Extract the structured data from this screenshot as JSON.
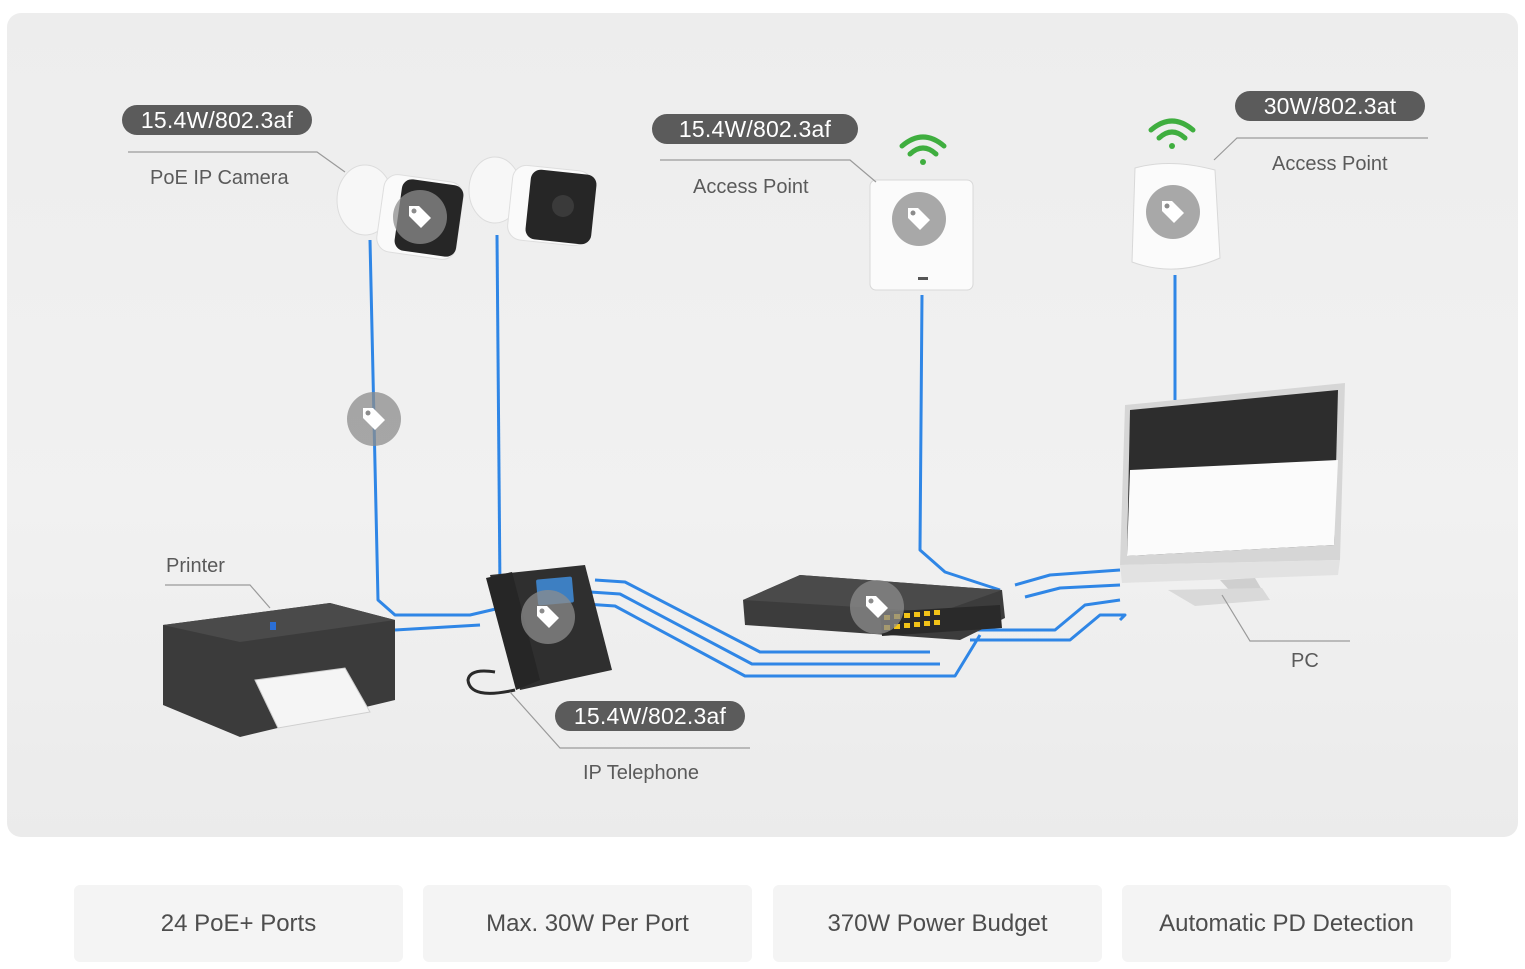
{
  "diagram": {
    "devices": {
      "camera": {
        "label": "PoE IP Camera",
        "badge": "15.4W/802.3af"
      },
      "ap1": {
        "label": "Access Point",
        "badge": "15.4W/802.3af"
      },
      "ap2": {
        "label": "Access Point",
        "badge": "30W/802.3at"
      },
      "printer": {
        "label": "Printer"
      },
      "phone": {
        "label": "IP Telephone",
        "badge": "15.4W/802.3af"
      },
      "pc": {
        "label": "PC"
      }
    },
    "colors": {
      "cable": "#2f86e6",
      "wifi": "#3fae3f",
      "badge": "#5b5b5b",
      "switch_port": "#f2c318"
    }
  },
  "features": [
    {
      "label": "24 PoE+ Ports"
    },
    {
      "label": "Max. 30W Per Port"
    },
    {
      "label": "370W Power Budget"
    },
    {
      "label": "Automatic PD Detection"
    }
  ]
}
